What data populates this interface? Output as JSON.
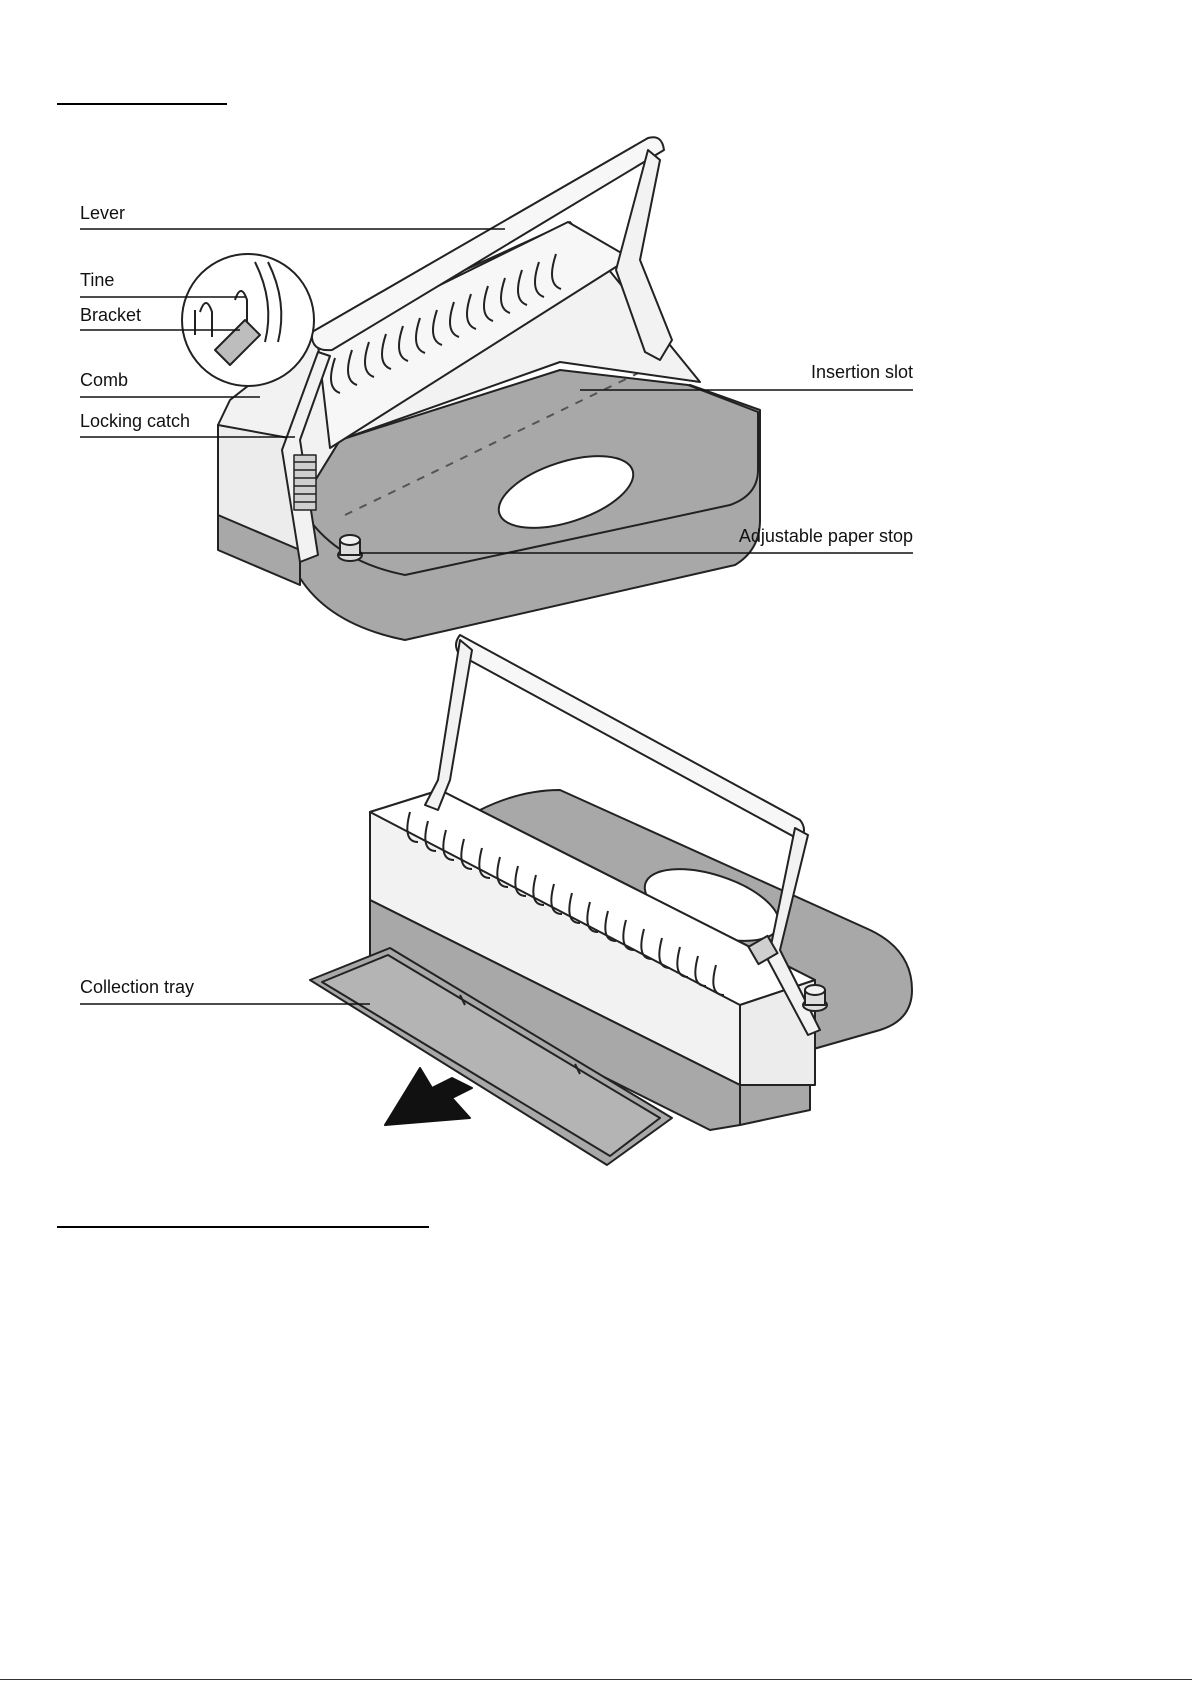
{
  "labels": {
    "lever": "Lever",
    "tine": "Tine",
    "bracket": "Bracket",
    "comb": "Comb",
    "locking_catch": "Locking catch",
    "insertion_slot": "Insertion slot",
    "adjustable_paper_stop": "Adjustable paper stop",
    "collection_tray": "Collection tray"
  },
  "colors": {
    "body": "#f2f2f2",
    "base": "#a8a8a8",
    "outline": "#222222"
  }
}
